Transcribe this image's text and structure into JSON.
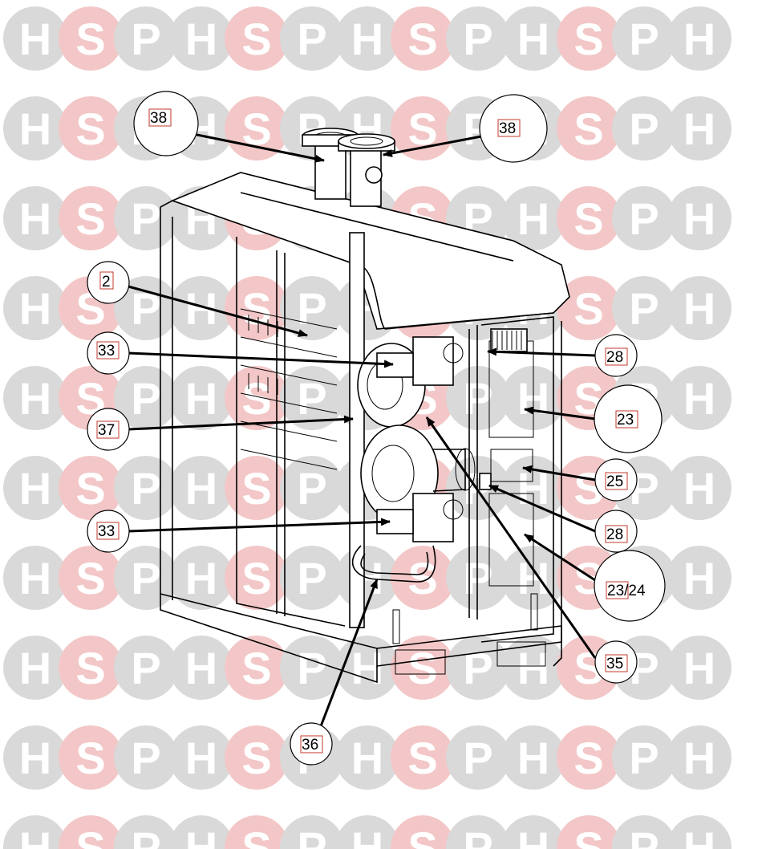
{
  "watermark": {
    "letters": [
      "H",
      "S",
      "P"
    ],
    "colors": {
      "H": "#d9d9d9",
      "S": "#f3c7c7",
      "P": "#d9d9d9"
    }
  },
  "callouts": [
    {
      "id": "c1",
      "label": "38",
      "boxed": "38"
    },
    {
      "id": "c2",
      "label": "38",
      "boxed": "38"
    },
    {
      "id": "c3",
      "label": "2",
      "boxed": "2"
    },
    {
      "id": "c4",
      "label": "33",
      "boxed": "33"
    },
    {
      "id": "c5",
      "label": "37",
      "boxed": "37"
    },
    {
      "id": "c6",
      "label": "33",
      "boxed": "33"
    },
    {
      "id": "c7",
      "label": "28",
      "boxed": "28"
    },
    {
      "id": "c8",
      "label": "23",
      "boxed": "23"
    },
    {
      "id": "c9",
      "label": "25",
      "boxed": "25"
    },
    {
      "id": "c10",
      "label": "28",
      "boxed": "28"
    },
    {
      "id": "c11",
      "label": "23/24",
      "boxed": "23"
    },
    {
      "id": "c12",
      "label": "35",
      "boxed": "35"
    },
    {
      "id": "c13",
      "label": "36",
      "boxed": "36"
    }
  ]
}
